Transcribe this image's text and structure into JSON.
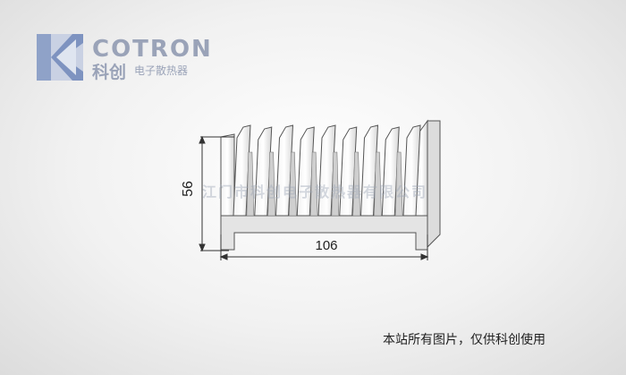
{
  "brand": {
    "name": "COTRON",
    "name_cn": "科创",
    "subtitle": "电子散热器",
    "logo_colors": [
      "#8fa2c8",
      "#b7c3dc",
      "#d3dae8"
    ]
  },
  "drawing": {
    "height_label": "56",
    "width_label": "106",
    "fin_count": 9
  },
  "watermark": {
    "text": "江门市科创电子散热器有限公司"
  },
  "footer": {
    "note": "本站所有图片，仅供科创使用"
  }
}
